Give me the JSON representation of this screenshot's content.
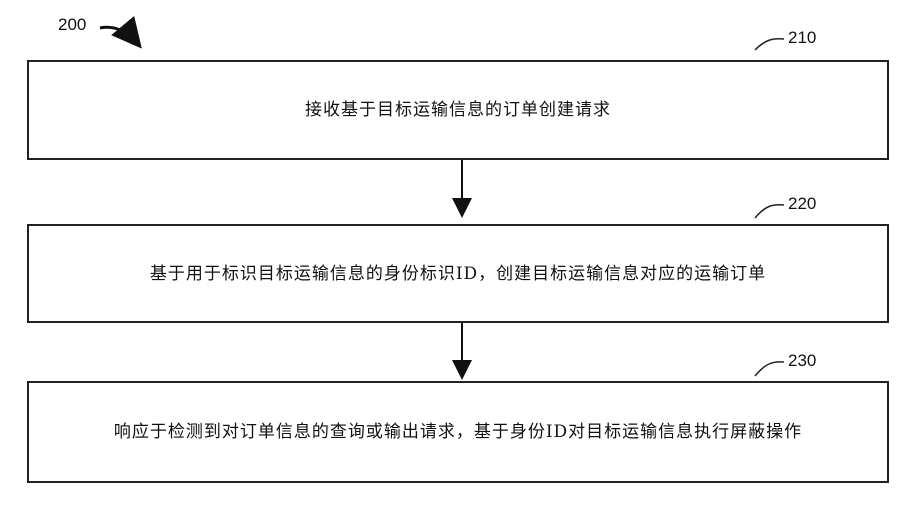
{
  "figure": {
    "figure_number": "200",
    "steps": [
      {
        "ref": "210",
        "text": "接收基于目标运输信息的订单创建请求"
      },
      {
        "ref": "220",
        "text": "基于用于标识目标运输信息的身份标识ID，创建目标运输信息对应的运输订单"
      },
      {
        "ref": "230",
        "text": "响应于检测到对订单信息的查询或输出请求，基于身份ID对目标运输信息执行屏蔽操作"
      }
    ]
  }
}
